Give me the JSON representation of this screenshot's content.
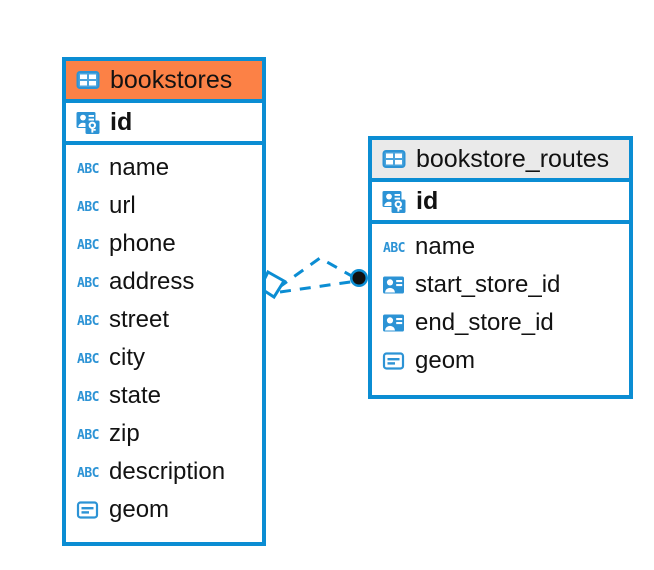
{
  "diagram": {
    "type": "entity-relationship-diagram",
    "colors": {
      "border_blue": "#0b8dd3",
      "header_orange": "#fc8146",
      "header_gray": "#eaeaea",
      "icon_blue": "#2c93d5",
      "text": "#121212",
      "connector_blue": "#0b8dd3",
      "connector_endpoint": "#111111",
      "background": "#ffffff"
    },
    "entities": [
      {
        "id": "bookstores",
        "name": "bookstores",
        "header_style": "orange",
        "header_icon": "table-icon",
        "primary_key": {
          "name": "id",
          "icon": "primary-key-icon"
        },
        "fields": [
          {
            "name": "name",
            "icon": "text-type-icon",
            "type_glyph": "ABC"
          },
          {
            "name": "url",
            "icon": "text-type-icon",
            "type_glyph": "ABC"
          },
          {
            "name": "phone",
            "icon": "text-type-icon",
            "type_glyph": "ABC"
          },
          {
            "name": "address",
            "icon": "text-type-icon",
            "type_glyph": "ABC"
          },
          {
            "name": "street",
            "icon": "text-type-icon",
            "type_glyph": "ABC"
          },
          {
            "name": "city",
            "icon": "text-type-icon",
            "type_glyph": "ABC"
          },
          {
            "name": "state",
            "icon": "text-type-icon",
            "type_glyph": "ABC"
          },
          {
            "name": "zip",
            "icon": "text-type-icon",
            "type_glyph": "ABC"
          },
          {
            "name": "description",
            "icon": "text-type-icon",
            "type_glyph": "ABC"
          },
          {
            "name": "geom",
            "icon": "geometry-type-icon",
            "type_glyph": ""
          }
        ]
      },
      {
        "id": "bookstore_routes",
        "name": "bookstore_routes",
        "header_style": "gray",
        "header_icon": "table-icon",
        "primary_key": {
          "name": "id",
          "icon": "primary-key-icon"
        },
        "fields": [
          {
            "name": "name",
            "icon": "text-type-icon",
            "type_glyph": "ABC"
          },
          {
            "name": "start_store_id",
            "icon": "foreign-key-icon",
            "type_glyph": ""
          },
          {
            "name": "end_store_id",
            "icon": "foreign-key-icon",
            "type_glyph": ""
          },
          {
            "name": "geom",
            "icon": "geometry-type-icon",
            "type_glyph": ""
          }
        ]
      }
    ],
    "relationship": {
      "from_entity": "bookstores",
      "to_entity": "bookstore_routes",
      "line_style": "dashed",
      "source_marker": "diamond-marker",
      "target_marker": "filled-circle-marker"
    }
  }
}
